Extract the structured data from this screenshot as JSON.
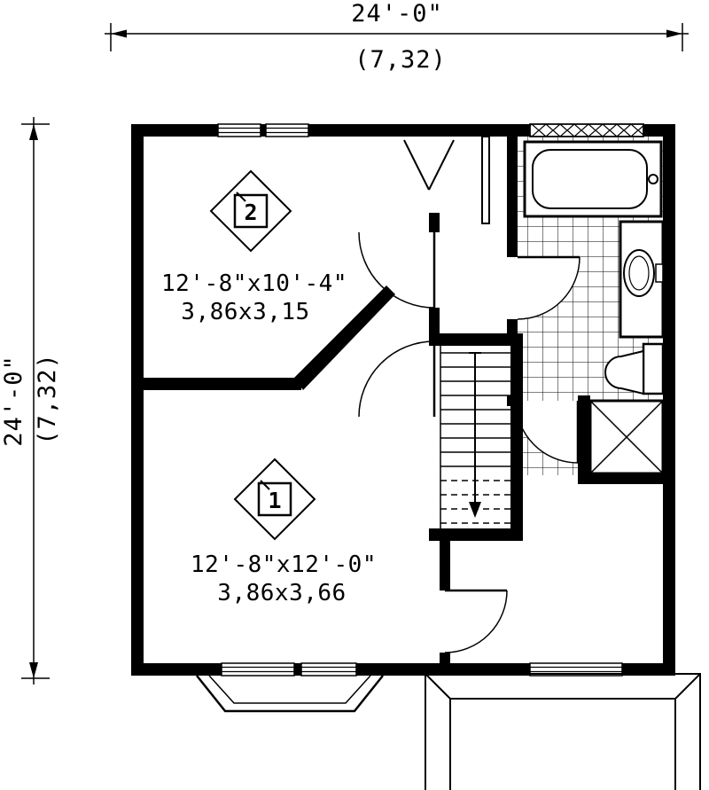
{
  "meta": {
    "background_color": "#ffffff",
    "line_color": "#000000",
    "drawing_type": "second floor plan"
  },
  "dimensions": {
    "top": {
      "imperial": "24'-0\"",
      "metric": "(7,32)"
    },
    "left": {
      "imperial": "24'-0\"",
      "metric": "(7,32)"
    }
  },
  "rooms": {
    "bedroom2": {
      "marker": "2",
      "imperial": "12'-8\"x10'-4\"",
      "metric": "3,86x3,15"
    },
    "bedroom1": {
      "marker": "1",
      "imperial": "12'-8\"x12'-0\"",
      "metric": "3,86x3,66"
    }
  }
}
